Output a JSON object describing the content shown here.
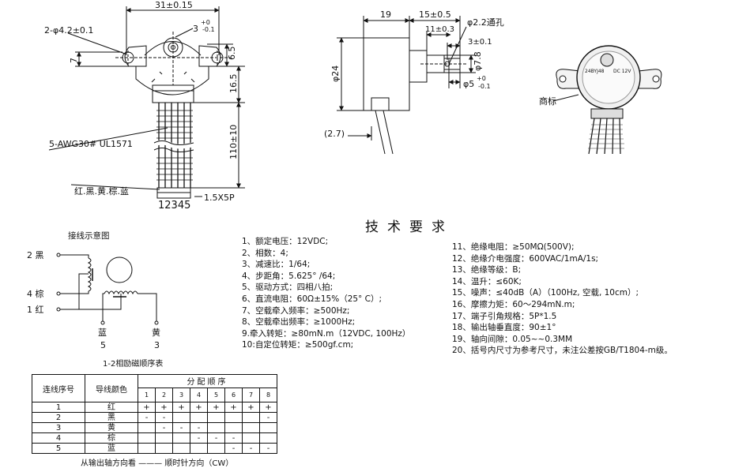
{
  "front_view": {
    "dim_width": "31±0.15",
    "dim_holes": "2-φ4.2±0.1",
    "dim_shaft_len_main": "3",
    "dim_shaft_tol_upper": "+0",
    "dim_shaft_tol_lower": "-0.1",
    "dim_top": "6.5",
    "dim_left": "7",
    "dim_body": "16.5",
    "dim_lead": "110±10",
    "wire_spec": "5-AWG30# UL1571",
    "wire_colors": "红.黑.黄.棕.蓝",
    "pin_numbers": "12345",
    "connector": "1.5X5P"
  },
  "side_view": {
    "dim_19": "19",
    "dim_15": "15±0.5",
    "dim_hole": "φ2.2通孔",
    "dim_11": "11±0.3",
    "dim_3": "3±0.1",
    "dim_dia24": "φ24",
    "dim_dia78": "φ7.8",
    "dim_dia5_main": "φ5",
    "dim_dia5_upper": "+0",
    "dim_dia5_lower": "-0.1",
    "dim_27": "(2.7)"
  },
  "photo_view": {
    "label": "商标",
    "lines": [
      "24BYJ48",
      "DC 12V"
    ]
  },
  "wiring": {
    "title": "接线示意图",
    "pins": [
      {
        "num": "2",
        "color": "黑"
      },
      {
        "num": "4",
        "color": "棕"
      },
      {
        "num": "1",
        "color": "红"
      },
      {
        "num": "5",
        "color": "蓝"
      },
      {
        "num": "3",
        "color": "黄"
      }
    ],
    "caption": "1-2相励磁顺序表"
  },
  "spec_title": "技术要求",
  "specs_left": [
    "1、额定电压：12VDC;",
    "2、相数：4;",
    "3、减速比：1/64;",
    "4、步距角：5.625° /64;",
    "5、驱动方式：四相八拍;",
    "6、直流电阻：60Ω±15%（25° C）;",
    "7、空载牵入频率：≥500Hz;",
    "8、空载牵出频率：≥1000Hz;",
    "9.牵入转矩：≥80mN.m（12VDC, 100Hz）",
    "10:自定位转矩：≥500gf.cm;"
  ],
  "specs_right": [
    "11、绝缘电阻：≥50MΩ(500V);",
    "12、绝缘介电强度：600VAC/1mA/1s;",
    "13、绝缘等级：B;",
    "14、温升：≤60K;",
    "15、噪声：≤40dB（A）（100Hz, 空载, 10cm）;",
    "16、摩擦力矩：60～294mN.m;",
    "17、端子引角规格：5P*1.5",
    "18、输出轴垂直度：90±1°",
    "19、轴向间隙：0.05~~0.3MM",
    "20、括号内尺寸为参考尺寸，未注公差按GB/T1804-m级。"
  ],
  "table": {
    "col_wire": "连线序号",
    "col_color": "导线颜色",
    "col_group": "分配顺序",
    "steps": [
      "1",
      "2",
      "3",
      "4",
      "5",
      "6",
      "7",
      "8"
    ],
    "rows": [
      {
        "no": "1",
        "color": "红",
        "cells": [
          "+",
          "+",
          "+",
          "+",
          "+",
          "+",
          "+",
          "+"
        ]
      },
      {
        "no": "2",
        "color": "黑",
        "cells": [
          "-",
          "-",
          "",
          "",
          "",
          "",
          "",
          "-"
        ]
      },
      {
        "no": "3",
        "color": "黄",
        "cells": [
          "",
          "-",
          "-",
          "-",
          "",
          "",
          "",
          ""
        ]
      },
      {
        "no": "4",
        "color": "棕",
        "cells": [
          "",
          "",
          "",
          "-",
          "-",
          "-",
          "",
          ""
        ]
      },
      {
        "no": "5",
        "color": "蓝",
        "cells": [
          "",
          "",
          "",
          "",
          "",
          "-",
          "-",
          "-"
        ]
      }
    ]
  },
  "direction_note": "从输出轴方向看 ——— 顺时针方向（CW）"
}
